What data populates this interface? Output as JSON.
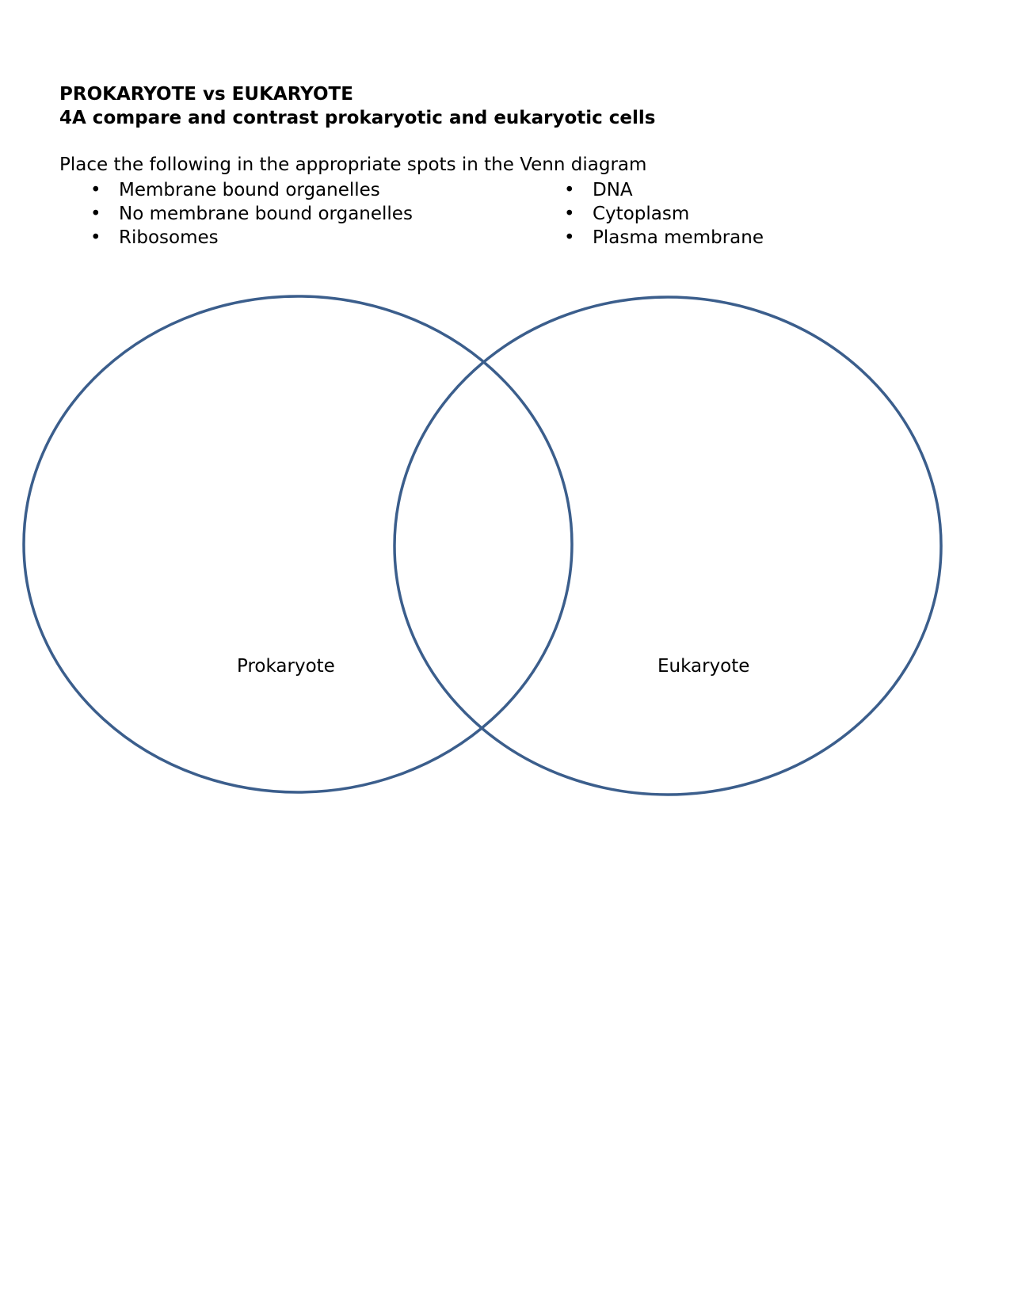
{
  "header": {
    "title": "PROKARYOTE vs EUKARYOTE",
    "subtitle": "4A compare and contrast prokaryotic and eukaryotic cells"
  },
  "instructions": "Place the following in the appropriate spots in the Venn diagram",
  "items_left": [
    "Membrane bound organelles",
    "No membrane bound organelles",
    "Ribosomes"
  ],
  "items_right": [
    "DNA",
    "Cytoplasm",
    "Plasma membrane"
  ],
  "bullet_glyph": "•",
  "venn": {
    "left_label": "Prokaryote",
    "right_label": "Eukaryote",
    "outline_color": "#3b5e8c"
  }
}
